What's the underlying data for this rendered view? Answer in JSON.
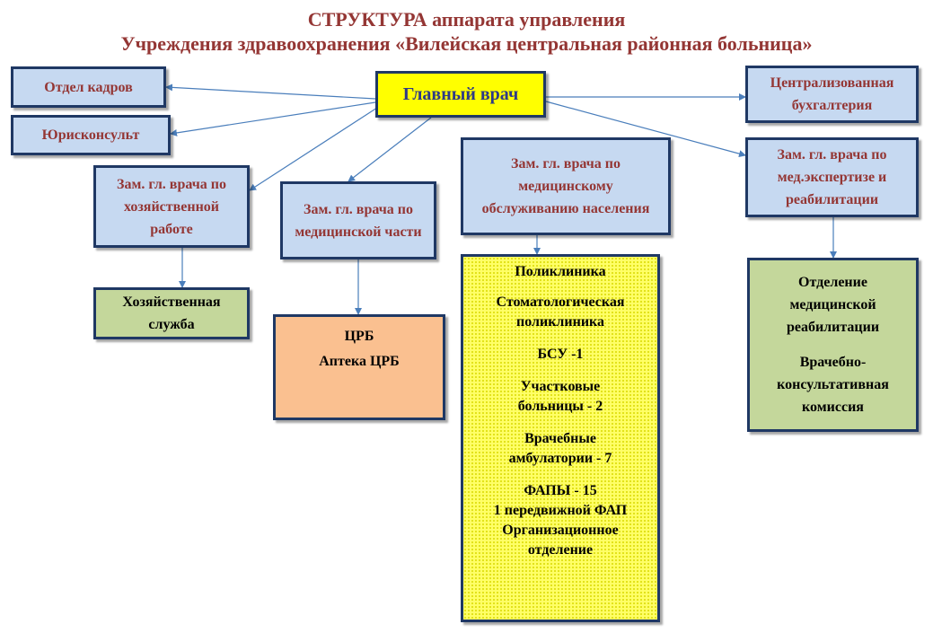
{
  "title": {
    "line1": "СТРУКТУРА аппарата управления",
    "line2": "Учреждения здравоохранения «Вилейская центральная районная больница»"
  },
  "colors": {
    "title": "#943634",
    "border": "#1f3864",
    "blue_fill": "#c6d9f1",
    "green_fill": "#c4d79b",
    "orange_fill": "#fac090",
    "yellow_fill": "#ffff66",
    "chief_fill": "#ffff00",
    "arrow": "#4a7ebb"
  },
  "nodes": {
    "chief": "Главный врач",
    "hr": "Отдел кадров",
    "lawyer": "Юрисконсульт",
    "accounting": "Централизованная бухгалтерия",
    "deputy_economic": "Зам. гл. врача по хозяйственной работе",
    "deputy_medical": "Зам. гл. врача по медицинской части",
    "deputy_population": "Зам. гл. врача по медицинскому обслуживанию населения",
    "deputy_expertise": "Зам. гл. врача по мед.экспертизе и реабилитации",
    "economic_service": "Хозяйственная служба",
    "crb": [
      "ЦРБ",
      "Аптека ЦРБ"
    ],
    "polyclinic_list": [
      "Поликлиника",
      "Стоматологическая поликлиника",
      "БСУ -1",
      "Участковые больницы - 2",
      "Врачебные амбулатории - 7",
      "ФАПЫ - 15",
      "1 передвижной ФАП",
      "Организационное отделение"
    ],
    "rehab_list": [
      "Отделение медицинской реабилитации",
      "Врачебно-консультативная комиссия"
    ]
  }
}
